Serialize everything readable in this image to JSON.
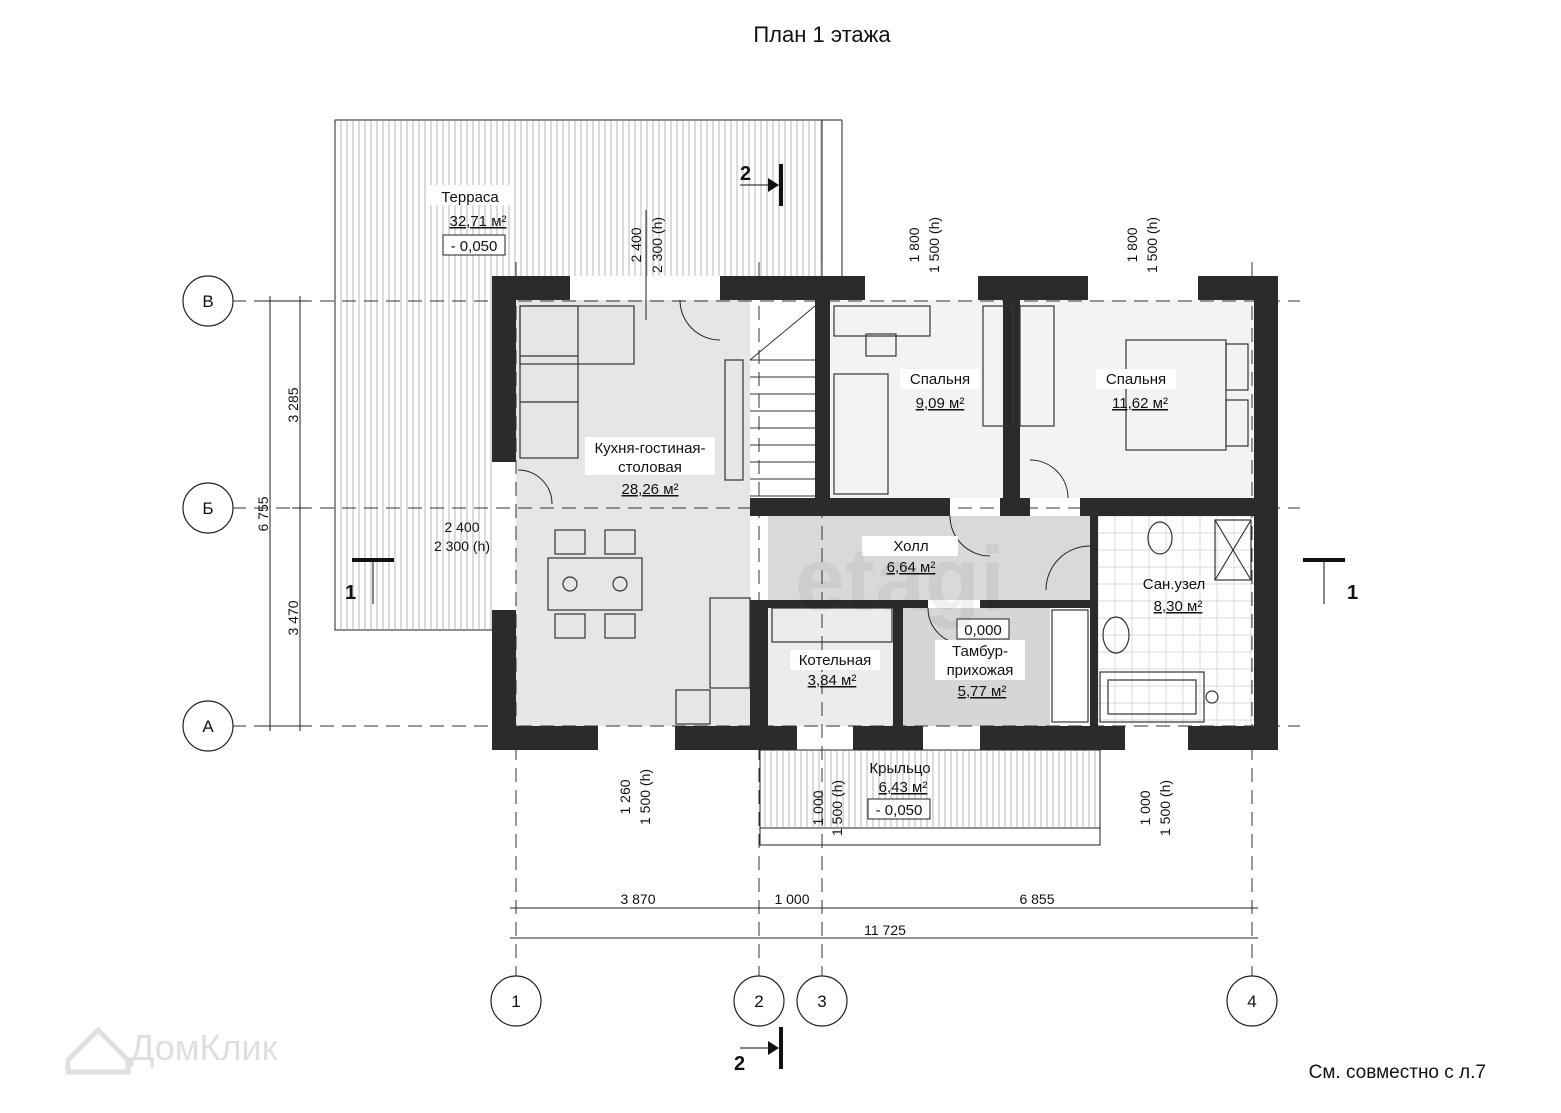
{
  "title": "План 1 этажа",
  "note": "См. совместно с л.7",
  "watermark": "ДомКлик",
  "watermark2": "etagi",
  "rooms": {
    "terrace": {
      "name": "Терраса",
      "area": "32,71 м²",
      "level": "- 0,050"
    },
    "kitchen": {
      "name1": "Кухня-гостиная-",
      "name2": "столовая",
      "area": "28,26 м²"
    },
    "bedroom1": {
      "name": "Спальня",
      "area": "9,09 м²"
    },
    "bedroom2": {
      "name": "Спальня",
      "area": "11,62 м²"
    },
    "hall": {
      "name": "Холл",
      "area": "6,64 м²"
    },
    "bath": {
      "name": "Сан.узел",
      "area": "8,30 м²"
    },
    "boiler": {
      "name": "Котельная",
      "area": "3,84 м²"
    },
    "vestibule": {
      "name1": "Тамбур-",
      "name2": "прихожая",
      "area": "5,77 м²",
      "level": "0,000"
    },
    "porch": {
      "name": "Крыльцо",
      "area": "6,43 м²",
      "level": "- 0,050"
    }
  },
  "axes": {
    "rows": [
      "В",
      "Б",
      "А"
    ],
    "cols": [
      "1",
      "2",
      "3",
      "4"
    ]
  },
  "dimensions": {
    "total_v": "6 755",
    "v1": "3 285",
    "v2": "3 470",
    "h1": "3 870",
    "h2": "1 000",
    "h3": "6 855",
    "total_h": "11 725"
  },
  "openings": {
    "terrace_door": [
      "2 400",
      "2 300 (h)"
    ],
    "side_door": [
      "2 400",
      "2 300 (h)"
    ],
    "bed1_window": [
      "1 800",
      "1 500 (h)"
    ],
    "bed2_window": [
      "1 800",
      "1 500 (h)"
    ],
    "kitchen_window": [
      "1 260",
      "1 500 (h)"
    ],
    "boiler_window": [
      "1 000",
      "1 500 (h)"
    ],
    "bath_window": [
      "1 000",
      "1 500 (h)"
    ]
  },
  "sections": {
    "s1": "1",
    "s2": "2"
  }
}
